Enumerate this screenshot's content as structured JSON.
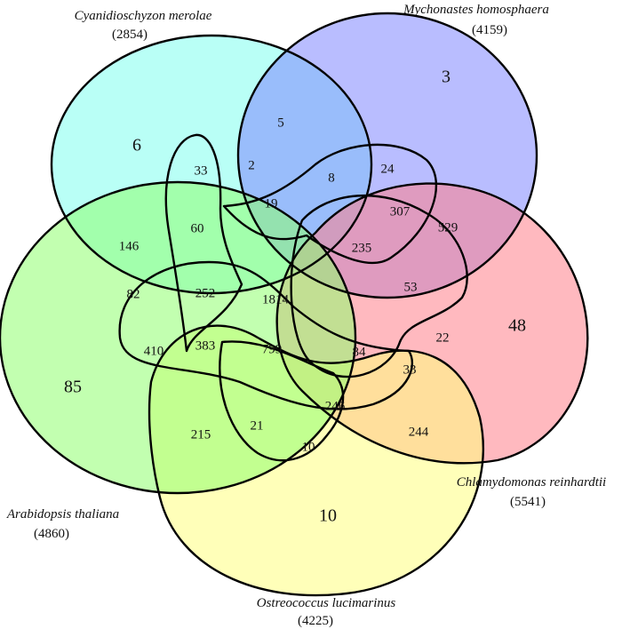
{
  "sets": [
    {
      "key": "cyanidioschyzon",
      "name": "Cyanidioschyzon merolae",
      "total": "(2854)",
      "color": "#7fffef"
    },
    {
      "key": "mychonastes",
      "name": "Mychonastes homosphaera",
      "total": "(4159)",
      "color": "#7f87ff"
    },
    {
      "key": "chlamydomonas",
      "name": "Chlamydomonas reinhardtii",
      "total": "(5541)",
      "color": "#ff7f8a"
    },
    {
      "key": "ostreococcus",
      "name": "Ostreococcus lucimarinus",
      "total": "(4225)",
      "color": "#ffff80"
    },
    {
      "key": "arabidopsis",
      "name": "Arabidopsis thaliana",
      "total": "(4860)",
      "color": "#90ff70"
    }
  ],
  "regions": [
    {
      "id": "c-only",
      "value": "6"
    },
    {
      "id": "m-only",
      "value": "3"
    },
    {
      "id": "ch-only",
      "value": "48"
    },
    {
      "id": "o-only",
      "value": "10"
    },
    {
      "id": "a-only",
      "value": "85"
    },
    {
      "id": "r-5",
      "value": "5"
    },
    {
      "id": "r-33",
      "value": "33"
    },
    {
      "id": "r-2",
      "value": "2"
    },
    {
      "id": "r-8",
      "value": "8"
    },
    {
      "id": "r-24",
      "value": "24"
    },
    {
      "id": "r-19",
      "value": "19"
    },
    {
      "id": "r-146",
      "value": "146"
    },
    {
      "id": "r-60",
      "value": "60"
    },
    {
      "id": "r-307",
      "value": "307"
    },
    {
      "id": "r-529",
      "value": "529"
    },
    {
      "id": "r-235",
      "value": "235"
    },
    {
      "id": "r-82",
      "value": "82"
    },
    {
      "id": "r-252",
      "value": "252"
    },
    {
      "id": "r-1814",
      "value": "1814"
    },
    {
      "id": "r-53",
      "value": "53"
    },
    {
      "id": "r-22",
      "value": "22"
    },
    {
      "id": "r-410",
      "value": "410"
    },
    {
      "id": "r-383",
      "value": "383"
    },
    {
      "id": "r-799",
      "value": "799"
    },
    {
      "id": "r-84",
      "value": "84"
    },
    {
      "id": "r-33b",
      "value": "33"
    },
    {
      "id": "r-246",
      "value": "246"
    },
    {
      "id": "r-244",
      "value": "244"
    },
    {
      "id": "r-215",
      "value": "215"
    },
    {
      "id": "r-21",
      "value": "21"
    },
    {
      "id": "r-10",
      "value": "10"
    }
  ]
}
